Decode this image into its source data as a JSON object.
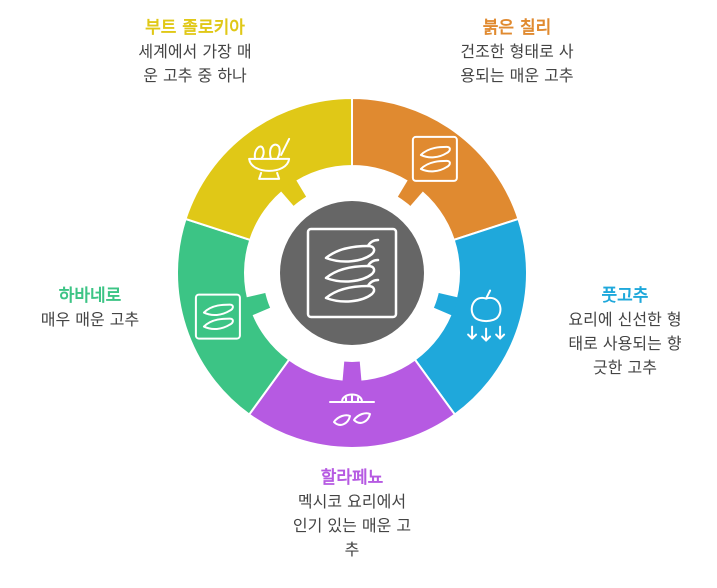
{
  "segments": [
    {
      "id": "red",
      "title": "붉은 칠리",
      "desc": "건조한 형태로 사\n용되는 매운 고추",
      "color": "#E08A30",
      "icon": "chili-frame-icon"
    },
    {
      "id": "poog",
      "title": "풋고추",
      "desc": "요리에 신선한 형\n태로 사용되는 향\n긋한 고추",
      "color": "#1FA8DB",
      "icon": "fresh-produce-icon"
    },
    {
      "id": "jalapeno",
      "title": "할라페뇨",
      "desc": "멕시코 요리에서\n인기 있는 매운 고\n추",
      "color": "#B65AE2",
      "icon": "sombrero-chili-icon"
    },
    {
      "id": "habanero",
      "title": "하바네로",
      "desc": "매우 매운 고추",
      "color": "#3CC485",
      "icon": "chili-frame-icon"
    },
    {
      "id": "bhut",
      "title": "부트 졸로키아",
      "desc": "세계에서 가장 매\n운 고추 중 하나",
      "color": "#E0C817",
      "icon": "mortar-bowl-icon"
    }
  ],
  "center": {
    "icon": "chili-peppers-icon",
    "color": "#666666"
  }
}
